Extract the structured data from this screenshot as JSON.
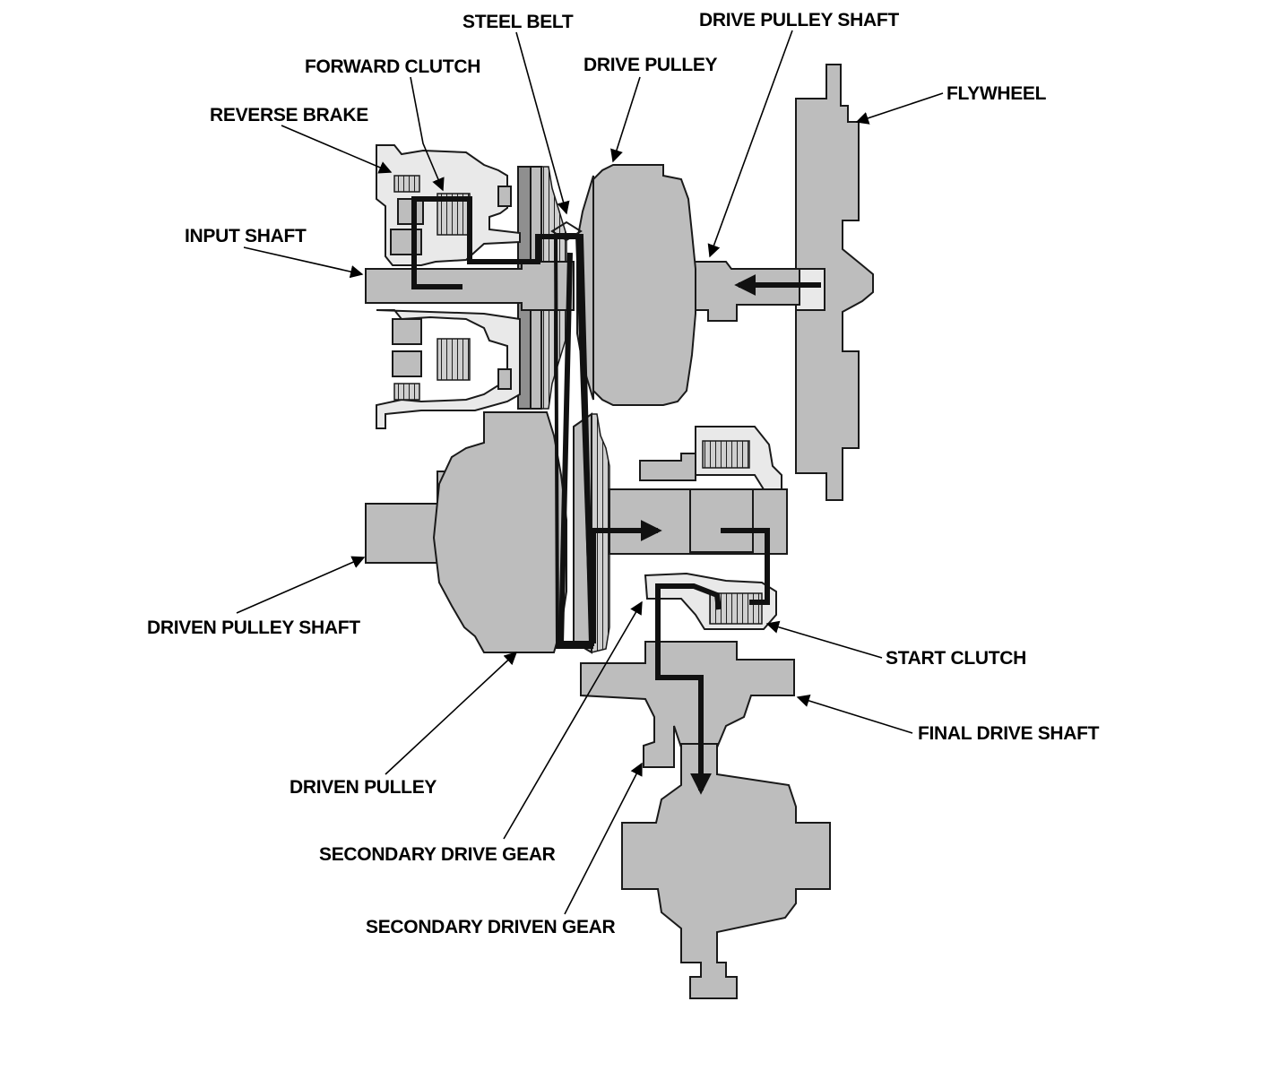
{
  "labels": {
    "steel_belt": "STEEL BELT",
    "drive_pulley_shaft": "DRIVE PULLEY SHAFT",
    "forward_clutch": "FORWARD CLUTCH",
    "drive_pulley": "DRIVE PULLEY",
    "flywheel": "FLYWHEEL",
    "reverse_brake": "REVERSE BRAKE",
    "input_shaft": "INPUT SHAFT",
    "driven_pulley_shaft": "DRIVEN PULLEY SHAFT",
    "start_clutch": "START CLUTCH",
    "final_drive_shaft": "FINAL DRIVE SHAFT",
    "driven_pulley": "DRIVEN PULLEY",
    "secondary_drive_gear": "SECONDARY DRIVE GEAR",
    "secondary_driven_gear": "SECONDARY DRIVEN GEAR"
  },
  "colors": {
    "part_fill": "#bdbdbd",
    "part_dark": "#8f8f8f",
    "ink": "#111111"
  }
}
